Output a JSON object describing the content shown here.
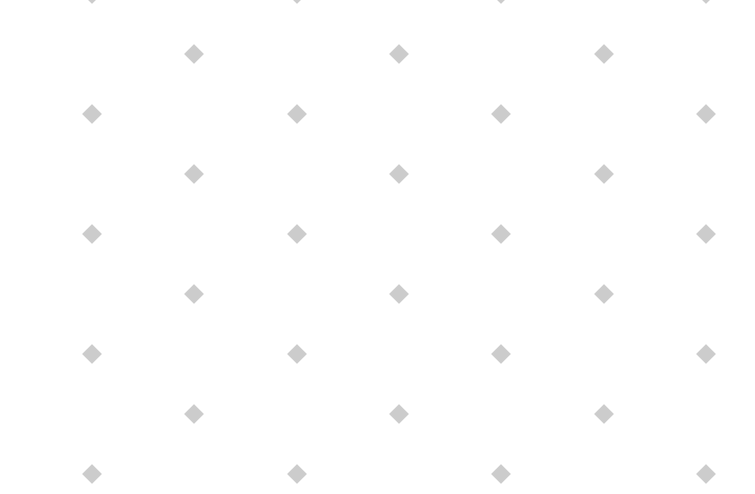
{
  "background": {
    "color": "#ffffff",
    "pattern_icon": "diamond-icon",
    "pattern_color": "#cccccc",
    "column_count": 7,
    "pattern_rows": [
      {
        "offset": false,
        "count": 5
      },
      {
        "offset": true,
        "count": 4
      },
      {
        "offset": false,
        "count": 5
      },
      {
        "offset": true,
        "count": 4
      },
      {
        "offset": false,
        "count": 5
      },
      {
        "offset": true,
        "count": 4
      },
      {
        "offset": false,
        "count": 5
      },
      {
        "offset": true,
        "count": 4
      },
      {
        "offset": false,
        "count": 5
      }
    ]
  }
}
